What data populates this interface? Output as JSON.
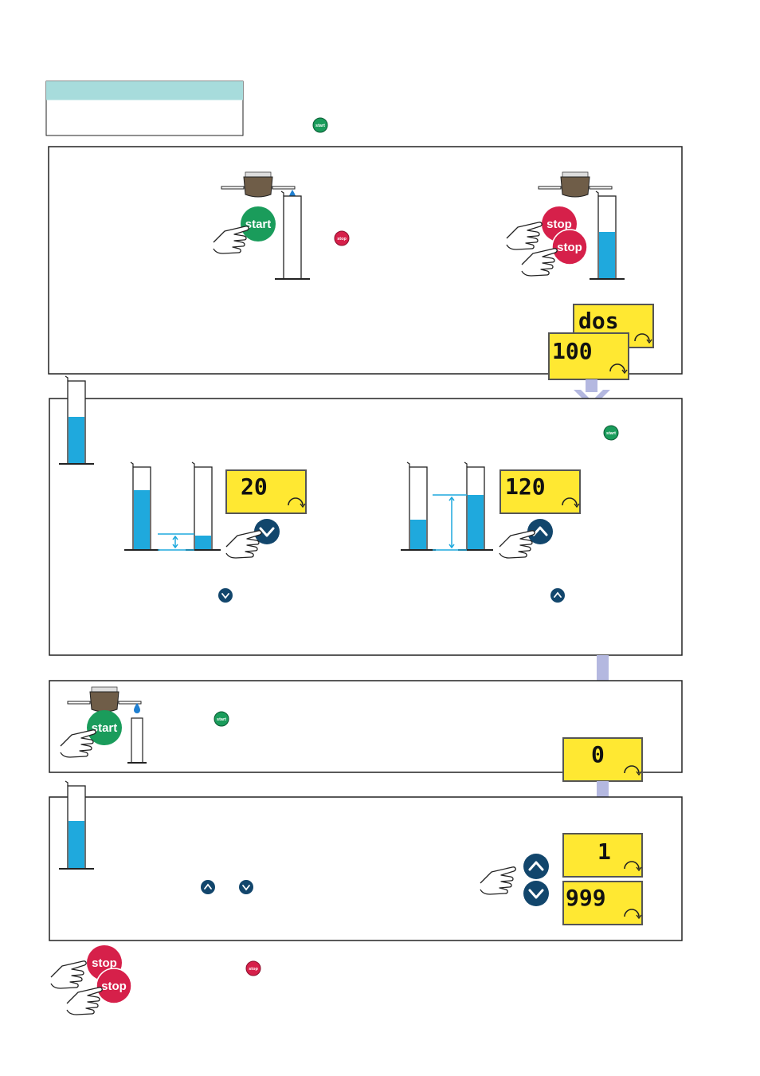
{
  "title_box": {
    "header_color": "#a7dcdc"
  },
  "buttons": {
    "start": "start",
    "stop": "stop"
  },
  "displays": {
    "dos": "dos",
    "hundred": "100",
    "twenty": "20",
    "one_twenty": "120",
    "zero": "0",
    "one": "1",
    "nine99": "999"
  },
  "colors": {
    "start_green": "#1a9c5b",
    "stop_red": "#d6204a",
    "arrow_navy": "#12466c",
    "lcd_yellow": "#ffe832",
    "water_blue": "#1fa9dd",
    "flow_arrow": "#b4b8e0",
    "frame": "#222222"
  },
  "icons": [
    "pump-head-icon",
    "graduated-cylinder-icon",
    "hand-pointer-icon",
    "water-drop-icon",
    "double-arrow-icon",
    "rotation-indicator-icon",
    "chevron-up-icon",
    "chevron-down-icon"
  ]
}
